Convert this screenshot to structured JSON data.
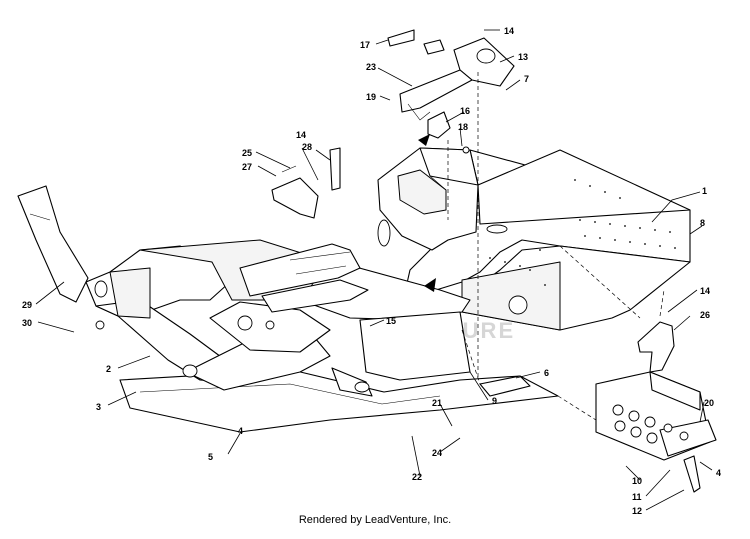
{
  "credit": "Rendered by LeadVenture, Inc.",
  "watermark": "VENTURE",
  "callouts": [
    "1",
    "2",
    "3",
    "4",
    "4",
    "5",
    "6",
    "7",
    "8",
    "9",
    "10",
    "11",
    "12",
    "13",
    "14",
    "14",
    "14",
    "15",
    "16",
    "17",
    "18",
    "19",
    "20",
    "21",
    "22",
    "23",
    "24",
    "25",
    "26",
    "27",
    "28",
    "29",
    "30"
  ]
}
